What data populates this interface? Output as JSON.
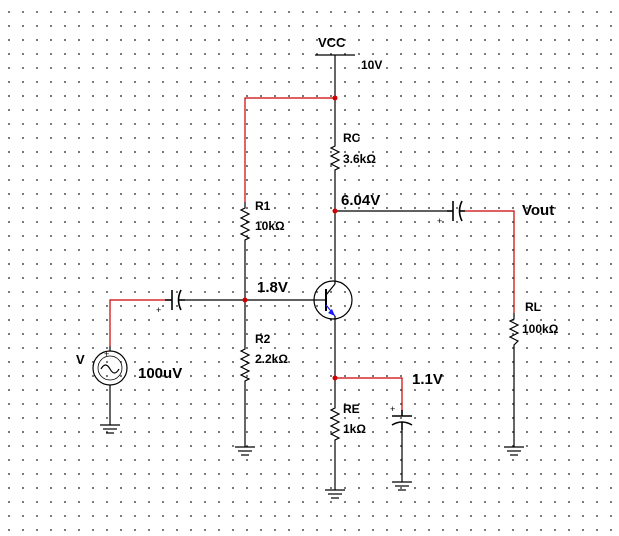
{
  "colors": {
    "wire_red": "#cc0000",
    "wire_black": "#000000",
    "node": "#cc0000",
    "transistor_accent": "#1a1aff"
  },
  "labels": {
    "vcc_name": "VCC",
    "vcc_value": "10V",
    "rc_name": "RC",
    "rc_value": "3.6kΩ",
    "collector_voltage": "6.04V",
    "vout": "Vout",
    "r1_name": "R1",
    "r1_value": "10kΩ",
    "base_voltage": "1.8V",
    "r2_name": "R2",
    "r2_value": "2.2kΩ",
    "source_name": "V",
    "source_value": "100uV",
    "emitter_voltage": "1.1V",
    "re_name": "RE",
    "re_value": "1kΩ",
    "rl_name": "RL",
    "rl_value": "100kΩ",
    "cap_plus": "+"
  },
  "icons": [
    "ground-icon",
    "capacitor-icon",
    "polarized-capacitor-icon",
    "npn-transistor-icon",
    "ac-source-icon",
    "resistor-icon"
  ]
}
